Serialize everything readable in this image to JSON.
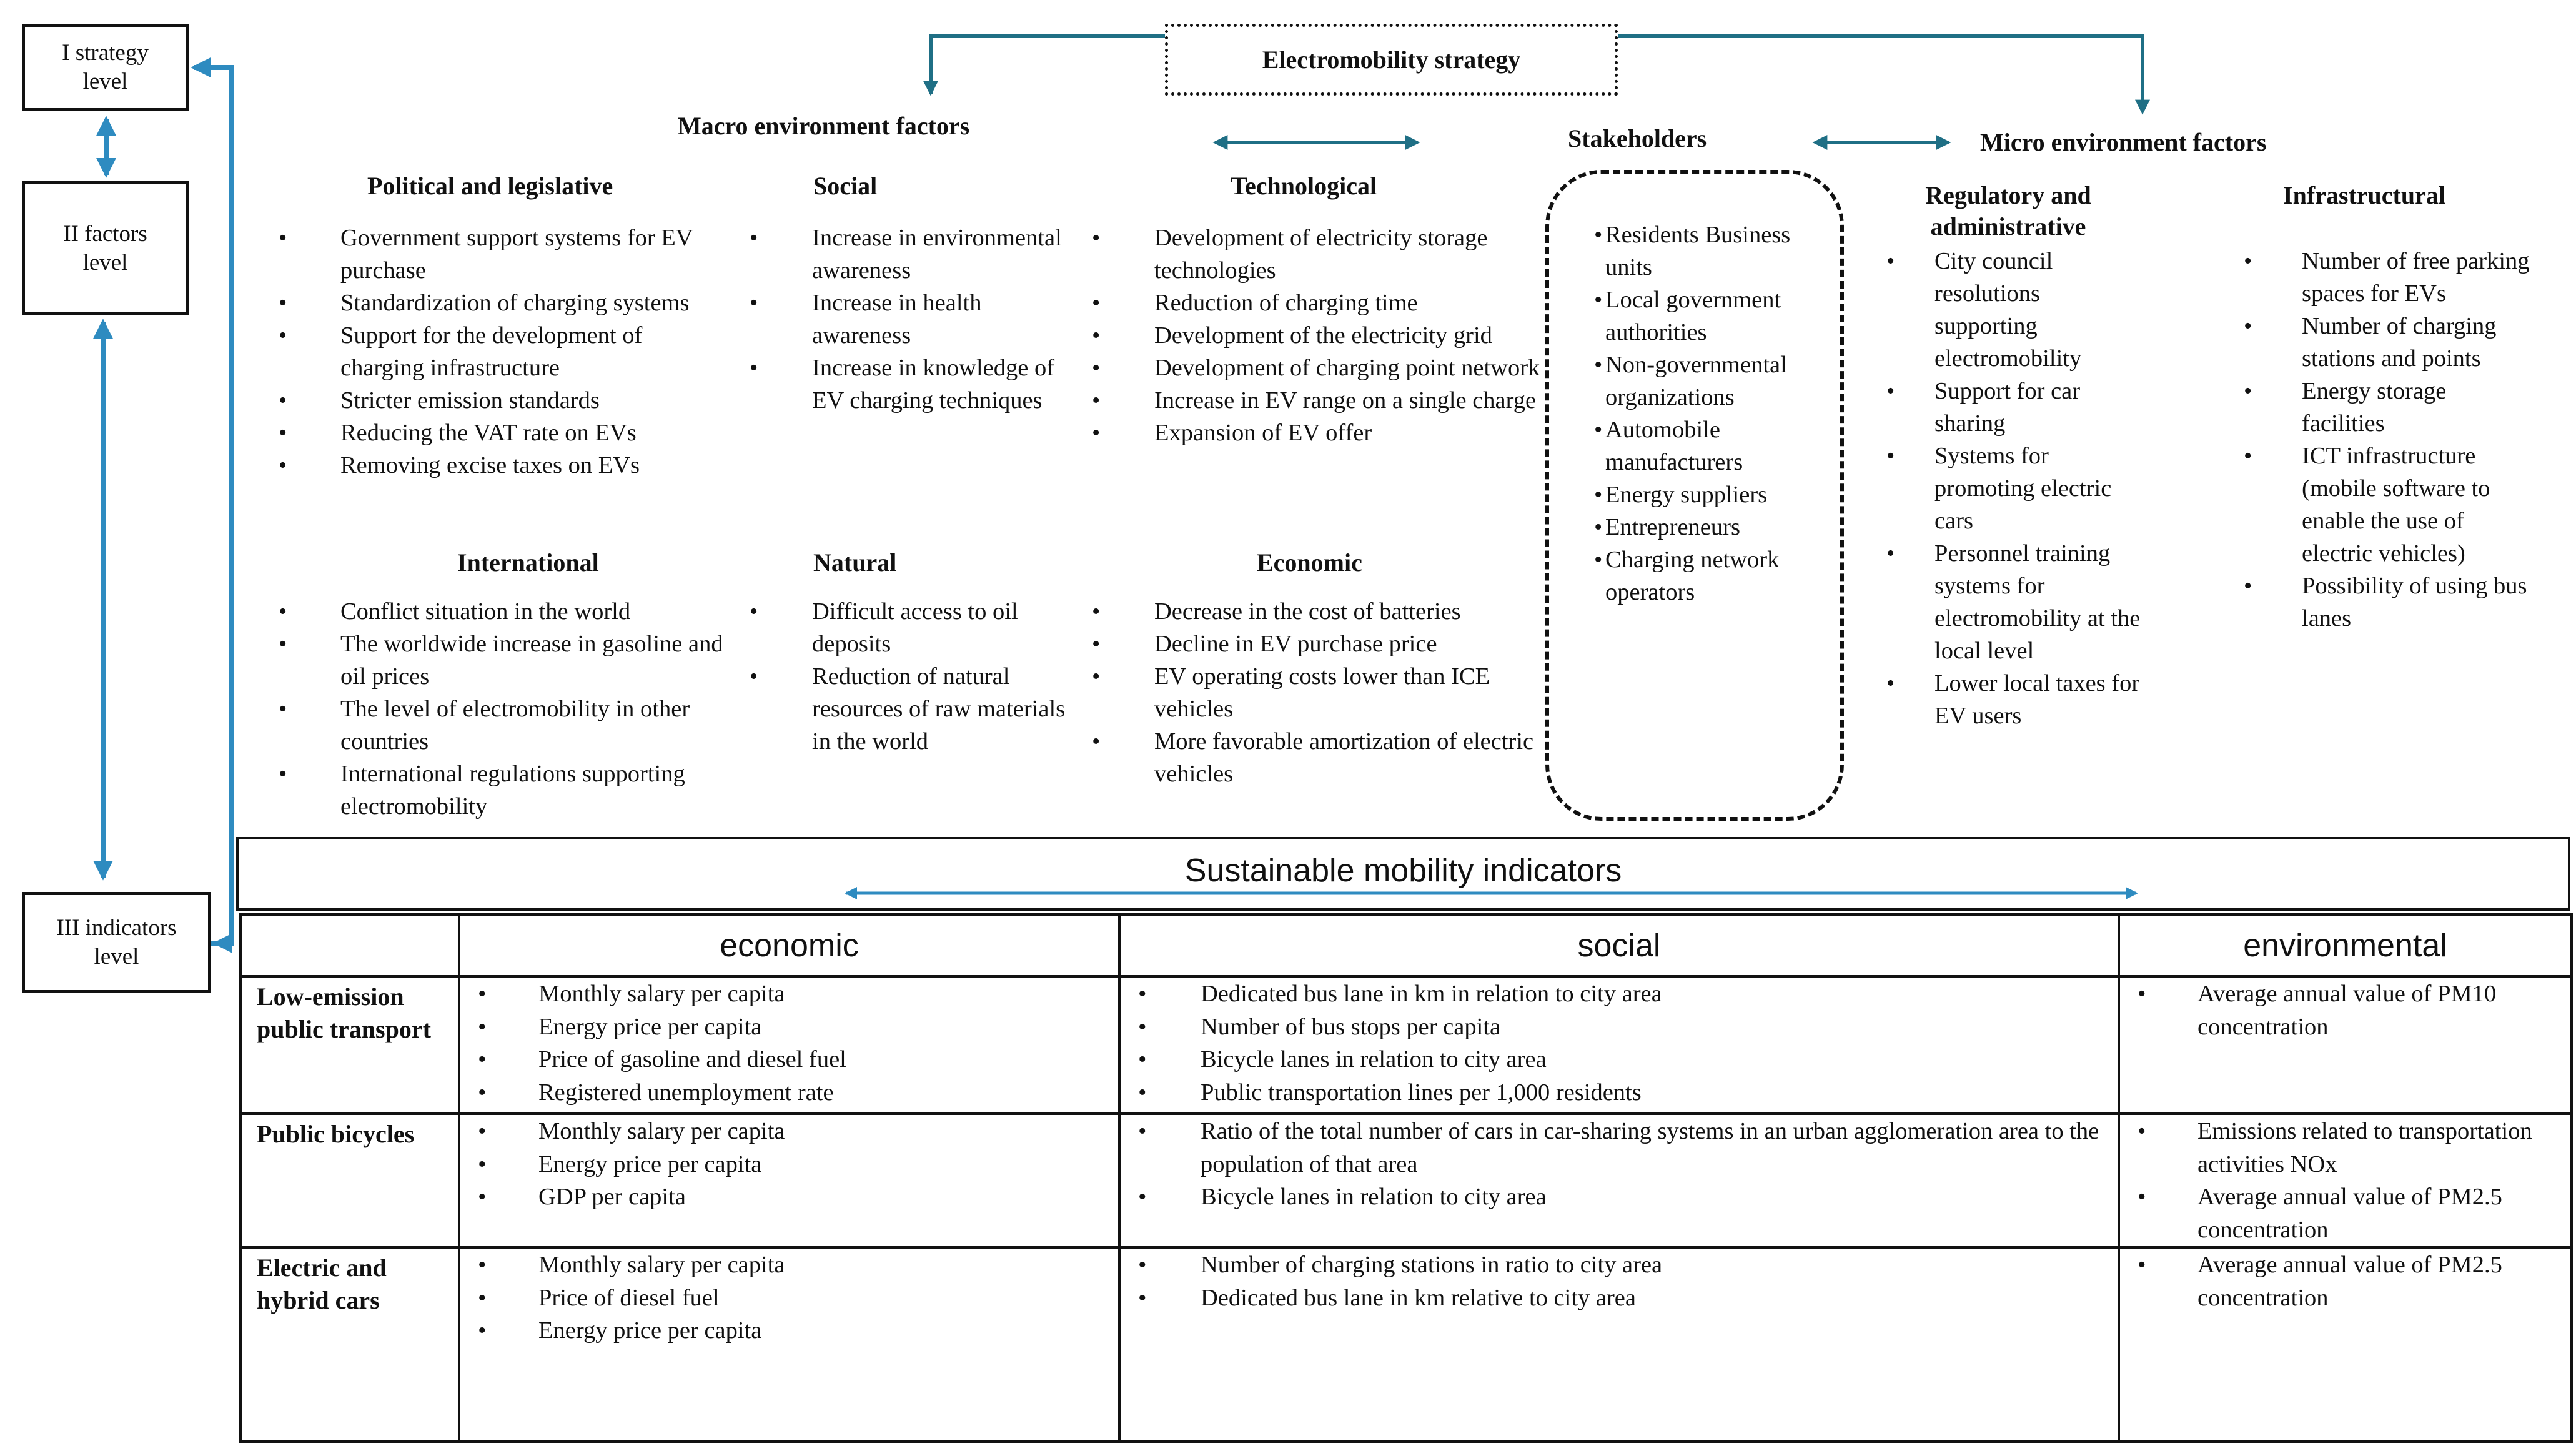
{
  "levels": {
    "strategy": "I strategy level",
    "factors": "II factors level",
    "indicators": "III indicators level"
  },
  "strategy_title": "Electromobility strategy",
  "macro": {
    "title": "Macro environment factors",
    "political": {
      "title": "Political and legislative",
      "items": [
        "Government support systems for EV purchase",
        "Standardization of charging systems",
        "Support for the development of charging infrastructure",
        "Stricter emission standards",
        "Reducing the VAT rate on EVs",
        "Removing excise taxes on EVs"
      ]
    },
    "social": {
      "title": "Social",
      "items": [
        "Increase in environmental awareness",
        "Increase in health awareness",
        "Increase in knowledge of EV charging techniques"
      ]
    },
    "technological": {
      "title": "Technological",
      "items": [
        "Development of electricity storage technologies",
        "Reduction of charging time",
        "Development of the electricity grid",
        "Development of charging point network",
        "Increase in EV range on a single charge",
        "Expansion of EV offer"
      ]
    },
    "international": {
      "title": "International",
      "items": [
        "Conflict situation in the world",
        "The worldwide increase in gasoline and oil prices",
        "The level of electromobility in other countries",
        "International regulations supporting electromobility"
      ]
    },
    "natural": {
      "title": "Natural",
      "items": [
        "Difficult access to oil deposits",
        "Reduction of natural resources of raw materials in the world"
      ]
    },
    "economic": {
      "title": "Economic",
      "items": [
        "Decrease in the cost of batteries",
        "Decline in EV purchase price",
        "EV operating costs lower than ICE vehicles",
        "More favorable amortization of electric vehicles"
      ]
    }
  },
  "stakeholders": {
    "title": "Stakeholders",
    "items": [
      "Residents Business units",
      "Local government authorities",
      "Non-governmental organizations",
      "Automobile manufacturers",
      "Energy suppliers",
      "Entrepreneurs",
      "Charging network operators"
    ]
  },
  "micro": {
    "title": "Micro environment factors",
    "regulatory": {
      "title": "Regulatory and administrative",
      "items": [
        "City council resolutions supporting electromobility",
        "Support for car sharing",
        "Systems for promoting electric cars",
        "Personnel training systems for electromobility at the local level",
        "Lower local taxes for EV users"
      ]
    },
    "infrastructural": {
      "title": "Infrastructural",
      "items": [
        "Number of free parking spaces for EVs",
        "Number of charging stations and points",
        "Energy storage facilities",
        "ICT infrastructure (mobile software to enable the use of electric vehicles)",
        "Possibility of using bus lanes"
      ]
    }
  },
  "indicators": {
    "title": "Sustainable mobility indicators",
    "columns": [
      "economic",
      "social",
      "environmental"
    ],
    "rows": [
      {
        "mode": "Low-emission public transport",
        "economic": [
          "Monthly salary per capita",
          "Energy price per capita",
          "Price of gasoline and diesel fuel",
          "Registered unemployment rate"
        ],
        "social": [
          "Dedicated bus lane in km in relation to city area",
          "Number of bus stops per capita",
          "Bicycle lanes in relation to city area",
          "Public transportation lines per 1,000 residents"
        ],
        "environmental": [
          "Average annual value of PM10 concentration"
        ]
      },
      {
        "mode": "Public bicycles",
        "economic": [
          "Monthly salary per capita",
          "Energy price per capita",
          "GDP per capita"
        ],
        "social": [
          "Ratio of the total number of cars in car-sharing systems in an urban agglomeration area to the population of that area",
          "Bicycle lanes in relation to city area"
        ],
        "environmental": [
          "Emissions related to transportation activities NOx",
          "Average annual value of PM2.5 concentration"
        ]
      },
      {
        "mode": "Electric and hybrid cars",
        "economic": [
          "Monthly salary per capita",
          "Price of diesel fuel",
          "Energy price per capita"
        ],
        "social": [
          "Number of charging stations in ratio to city area",
          "Dedicated bus lane in km relative to city area"
        ],
        "environmental": [
          "Average annual value of PM2.5 concentration"
        ]
      }
    ]
  },
  "colors": {
    "arrow": "#2E8BC0",
    "dark_arrow": "#1F6F85",
    "text": "#111111"
  }
}
